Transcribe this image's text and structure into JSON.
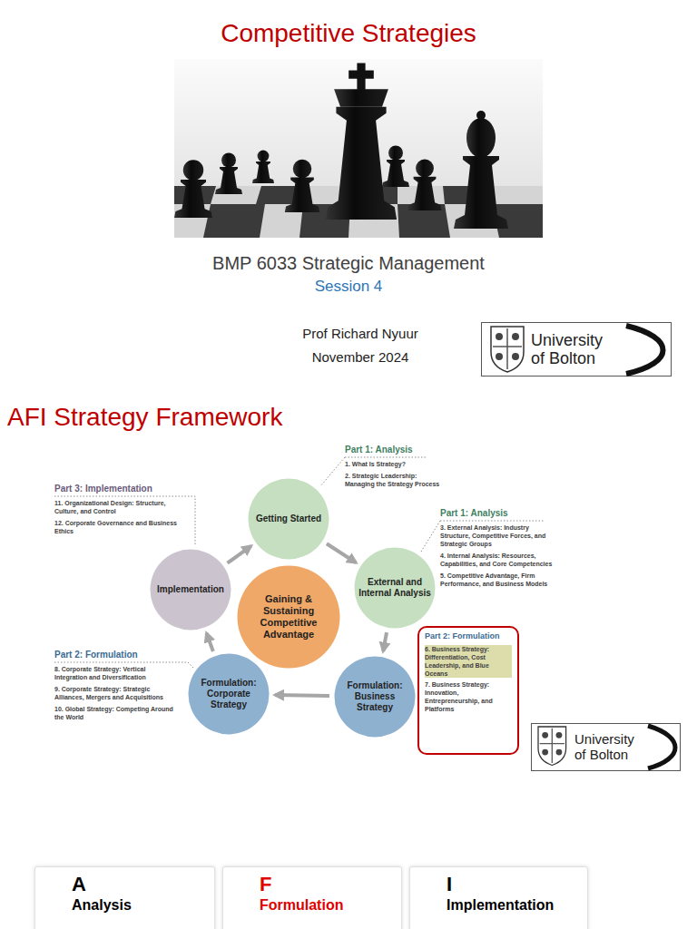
{
  "diagram": {
    "title": "Competitive Strategies",
    "nodes": [
      {
        "text": [
          "Getting Started"
        ]
      },
      {
        "text": [
          "Implementation"
        ]
      },
      {
        "text": [
          "External and Internal Analysis"
        ]
      },
      {
        "text": [
          "Gaining & Sustaining Competitive Advantage"
        ]
      },
      {
        "text": [
          "Part 2: Formulation",
          "6. Business Strategy: Differentiation, Cost Leadership, and Blue Oceans",
          "7. Business Strategy: Innovation, Entrepreneurship, and Platforms"
        ]
      },
      {
        "text": [
          "Formulation: Corporate Strategy"
        ]
      },
      {
        "text": [
          "Formulation: Business Strategy"
        ]
      },
      {
        "text": [
          "A",
          "Analysis"
        ]
      },
      {
        "text": [
          "F",
          "Formulation"
        ]
      },
      {
        "text": [
          "I",
          "Implementation"
        ]
      }
    ],
    "edges": [
      {
        "from": 0,
        "to": 2,
        "arrow": "to"
      },
      {
        "from": 2,
        "to": 6,
        "arrow": "to"
      },
      {
        "from": 6,
        "to": 5,
        "arrow": "to"
      },
      {
        "from": 5,
        "to": 1,
        "arrow": "to"
      },
      {
        "from": 1,
        "to": 0,
        "arrow": "to"
      }
    ],
    "labels": [
      "BMP 6033 Strategic Management",
      "Session 4",
      "Prof Richard Nyuur",
      "November 2024",
      "University of Bolton",
      "AFI Strategy Framework",
      "Part 1: Analysis",
      "1. What Is Strategy?",
      "2. Strategic Leadership: Managing the Strategy Process",
      "Part 3: Implementation",
      "11. Organizational Design: Structure, Culture, and Control",
      "12. Corporate Governance and Business Ethics",
      "Part 1: Analysis",
      "3. External Analysis: Industry Structure, Competitive Forces, and Strategic Groups",
      "4. Internal Analysis: Resources, Capabilities, and Core Competencies",
      "5. Competitive Advantage, Firm Performance, and Business Models",
      "Part 2: Formulation",
      "8. Corporate Strategy: Vertical Integration and Diversification",
      "9. Corporate Strategy: Strategic Alliances, Mergers and Acquisitions",
      "10. Global Strategy: Competing Around the World",
      "University of Bolton"
    ]
  }
}
